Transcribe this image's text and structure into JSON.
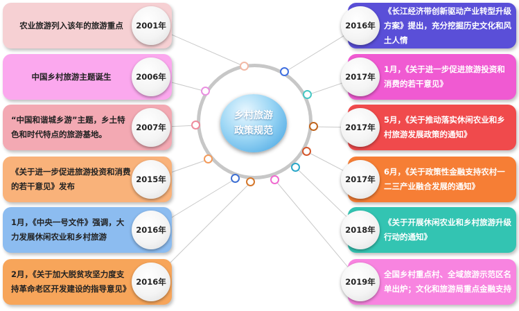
{
  "center": {
    "line1": "乡村旅游",
    "line2": "政策规范"
  },
  "left_items": [
    {
      "text": "农业旅游列入该年的旅游重点",
      "year": "2001年",
      "bg": "#f6d0d3",
      "color": "#222222",
      "dot": "#f2b9a6"
    },
    {
      "text": "中国乡村旅游主题诞生",
      "year": "2006年",
      "bg": "#fba8ee",
      "color": "#222222",
      "dot": "#e98fe0"
    },
    {
      "text": "“中国和谐城乡游”主题，乡土特色和时代特点的旅游基地。",
      "year": "2007年",
      "bg": "#f3a9b3",
      "color": "#222222",
      "dot": "#ee8a9c"
    },
    {
      "text": "《关于进一步促进旅游投资和消费的若干意见》发布",
      "year": "2015年",
      "bg": "#f9b27a",
      "color": "#222222",
      "dot": "#f39a5a"
    },
    {
      "text": "1月，《中央一号文件》强调，大力发展休闲农业和乡村旅游",
      "year": "2016年",
      "bg": "#8cbcf0",
      "color": "#222222",
      "dot": "#3d6fd3"
    },
    {
      "text": "2月，《关于加大脱贫攻坚力度支持革命老区开发建设的指导意见》",
      "year": "2016年",
      "bg": "#f7a55a",
      "color": "#222222",
      "dot": "#d4762a"
    }
  ],
  "right_items": [
    {
      "text": "《长江经济带创新驱动产业转型升级方案》提出，充分挖掘历史文化和风土人情",
      "year": "2016年",
      "bg": "#5a4fd8",
      "color": "#ffffff",
      "dot": "#3f6fe0"
    },
    {
      "text": "1月，《关于进一步促进旅游投资和消费的若干意见》",
      "year": "2017年",
      "bg": "#f05ad2",
      "color": "#ffffff",
      "dot": "#46c7c4"
    },
    {
      "text": "5月，《关于推动落实休闲农业和乡村旅游发展政策的通知》",
      "year": "2017年",
      "bg": "#f04a4c",
      "color": "#ffffff",
      "dot": "#c0651e"
    },
    {
      "text": "6月，《关于政策性金融支持农村一二三产业融合发展的通知》",
      "year": "2017年",
      "bg": "#f67e35",
      "color": "#ffffff",
      "dot": "#d4562a"
    },
    {
      "text": "《关于开展休闲农业和乡村旅游升级行动的通知》",
      "year": "2018年",
      "bg": "#33c4b2",
      "color": "#ffffff",
      "dot": "#2aa7c9"
    },
    {
      "text": "全国乡村重点村、全域旅游示范区名单出炉；文化和旅游局重点金融支持",
      "year": "2019年",
      "bg": "#f884e0",
      "color": "#ffffff",
      "dot": "#f06ad0"
    }
  ]
}
